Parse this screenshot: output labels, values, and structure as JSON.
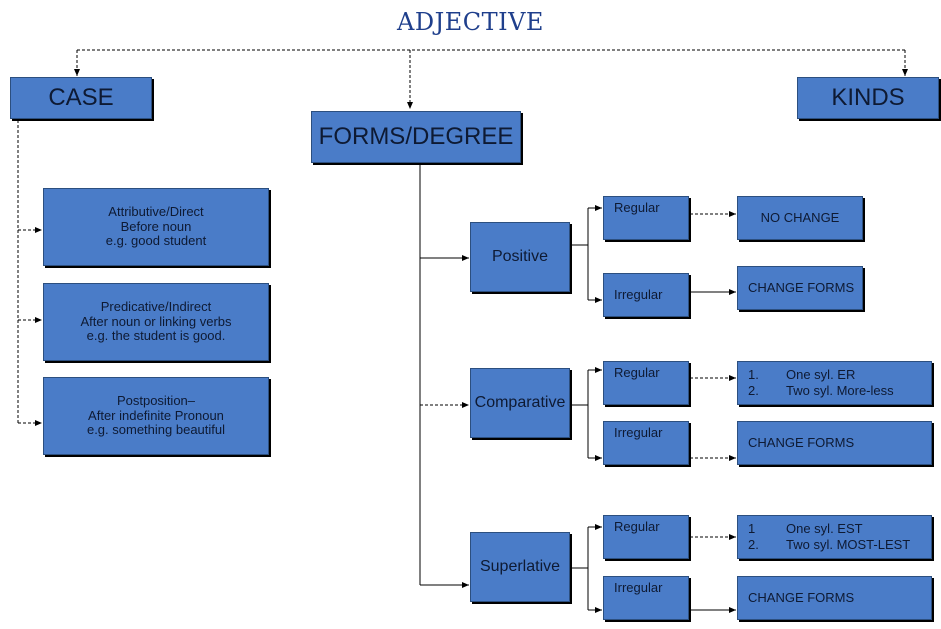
{
  "title": "ADJECTIVE",
  "case": {
    "label": "CASE",
    "items": [
      "Attributive/Direct\nBefore noun\ne.g. good student",
      "Predicative/Indirect\nAfter noun or linking verbs\ne.g. the student is good.",
      "Postposition–\nAfter indefinite Pronoun\ne.g. something beautiful"
    ]
  },
  "forms": {
    "label": "FORMS/DEGREE",
    "positive": {
      "label": "Positive",
      "regular": "Regular",
      "irregular": "Irregular",
      "regular_result": "NO CHANGE",
      "irregular_result": "CHANGE FORMS"
    },
    "comparative": {
      "label": "Comparative",
      "regular": "Regular",
      "irregular": "Irregular",
      "regular_result": [
        {
          "num": "1.",
          "text": "One syl. ER"
        },
        {
          "num": "2.",
          "text": "Two syl. More-less"
        }
      ],
      "irregular_result": "CHANGE FORMS"
    },
    "superlative": {
      "label": "Superlative",
      "regular": "Regular",
      "irregular": "Irregular",
      "regular_result": [
        {
          "num": "1",
          "text": "One syl. EST"
        },
        {
          "num": "2.",
          "text": "Two syl. MOST-LEST"
        }
      ],
      "irregular_result": "CHANGE FORMS"
    }
  },
  "kinds": {
    "label": "KINDS"
  },
  "colors": {
    "box_fill": "#4a7cc8",
    "box_text": "#0e1a33",
    "title": "#1f3f8c",
    "connector": "#000000"
  }
}
